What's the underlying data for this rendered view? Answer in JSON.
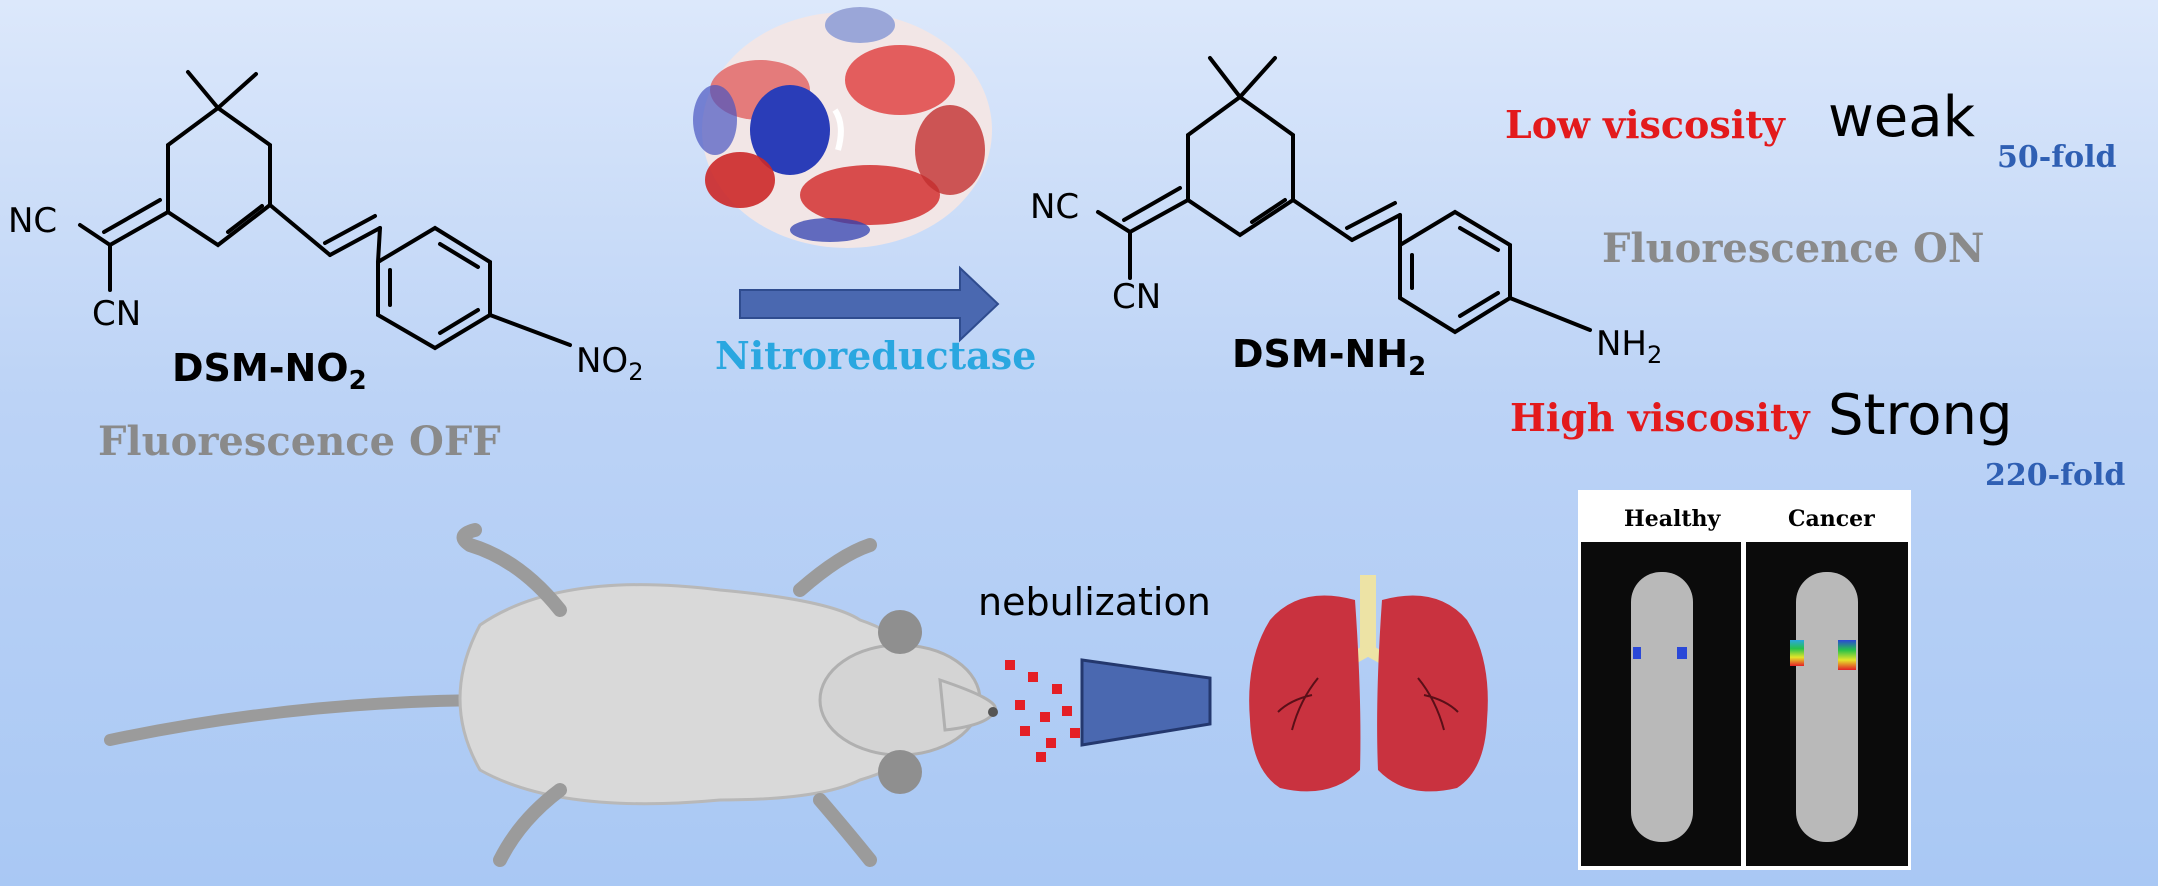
{
  "reactant": {
    "name_main": "DSM-NO",
    "name_sub": "2",
    "state": "Fluorescence OFF",
    "groups": {
      "nc": "NC",
      "cn": "CN",
      "nitro_main": "NO",
      "nitro_sub": "2"
    }
  },
  "enzyme": {
    "label": "Nitroreductase"
  },
  "product": {
    "name_main": "DSM-NH",
    "name_sub": "2",
    "state": "Fluorescence ON",
    "groups": {
      "nc": "NC",
      "cn": "CN",
      "amine_main": "NH",
      "amine_sub": "2"
    }
  },
  "viscosity": {
    "low_label": "Low viscosity",
    "low_response": "weak",
    "low_fold": "50-fold",
    "high_label": "High viscosity",
    "high_response": "Strong",
    "high_fold": "220-fold"
  },
  "delivery": {
    "label": "nebulization"
  },
  "imaging": {
    "panels": [
      "Healthy",
      "Cancer"
    ]
  },
  "colors": {
    "red": "#e31a1c",
    "blue": "#2f5fb3",
    "cyan": "#2aa7e0",
    "gray": "#8a8a8a",
    "arrow": "#4a68b0",
    "lung": "#c9323f"
  }
}
